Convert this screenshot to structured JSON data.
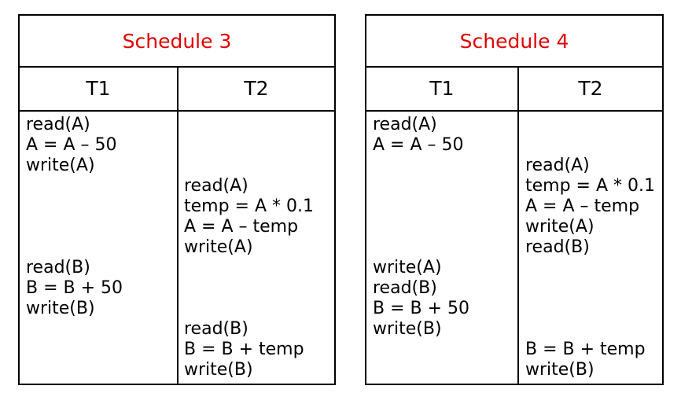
{
  "schedule3": {
    "title": "Schedule 3",
    "headers": [
      "T1",
      "T2"
    ],
    "t1_ops": [
      "read(A)",
      "A = A – 50",
      "write(A)",
      "read(B)",
      "B = B + 50",
      "write(B)"
    ],
    "t2_ops": [
      "read(A)",
      "temp = A * 0.1",
      "A = A – temp",
      "write(A)",
      "read(B)",
      "B = B + temp",
      "write(B)"
    ]
  },
  "schedule4": {
    "title": "Schedule 4",
    "headers": [
      "T1",
      "T2"
    ],
    "t1_ops": [
      "read(A)",
      "A = A – 50",
      "write(A)",
      "read(B)",
      "B = B + 50",
      "write(B)"
    ],
    "t2_ops": [
      "read(A)",
      "temp = A * 0.1",
      "A = A – temp",
      "write(A)",
      "read(B)",
      "B = B + temp",
      "write(B)"
    ]
  },
  "colors": {
    "title": "#e00000",
    "border": "#000000"
  }
}
